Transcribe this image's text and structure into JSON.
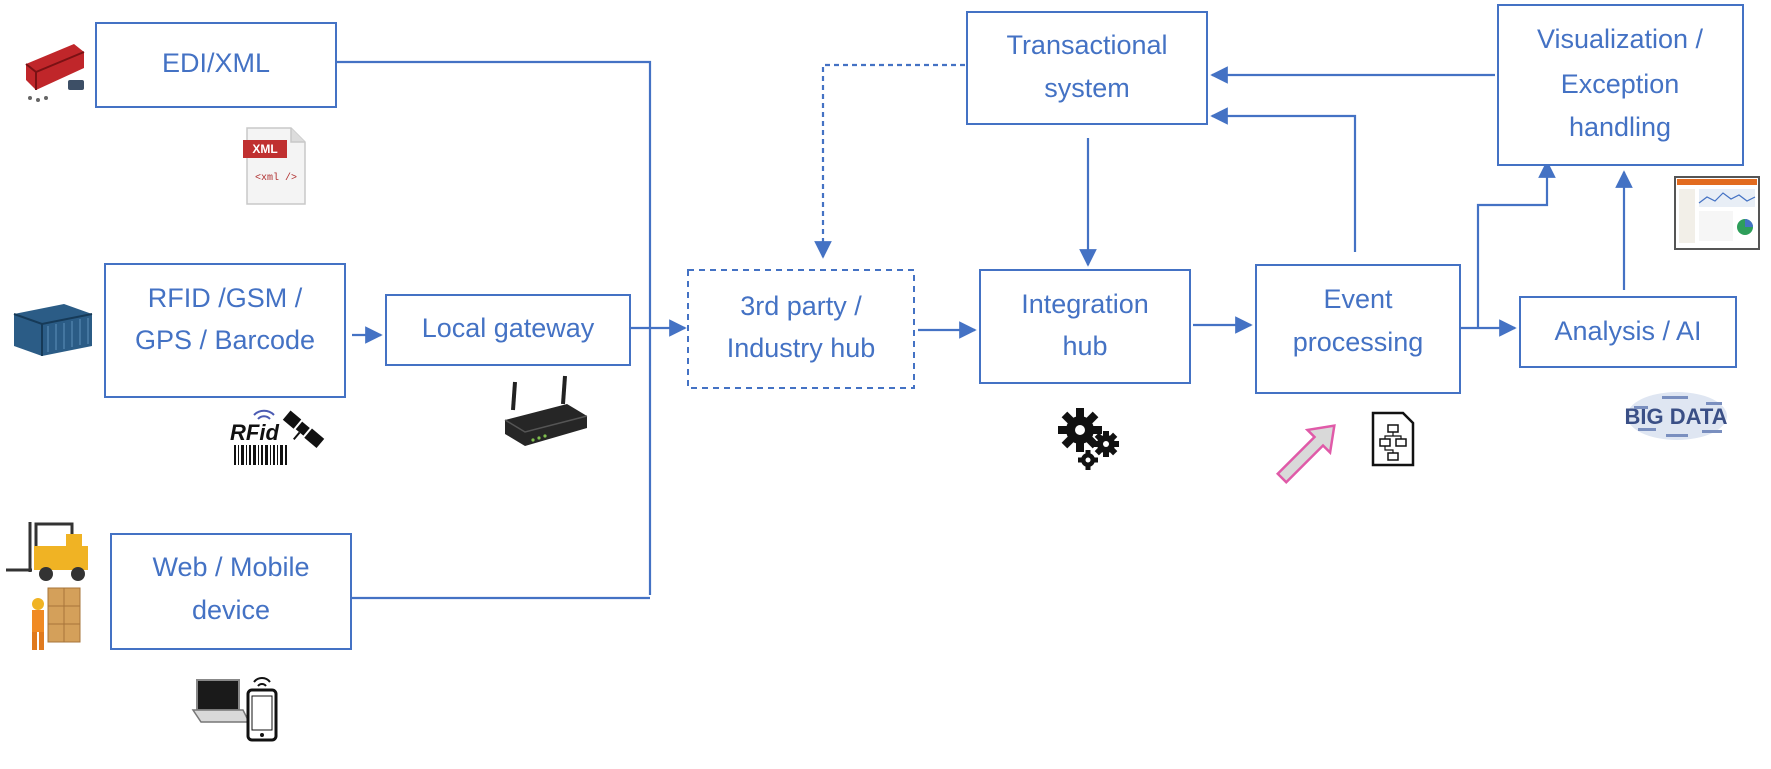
{
  "colors": {
    "accent": "#4472c4",
    "background": "#ffffff",
    "highlight_arrow": "#e05aa8"
  },
  "nodes": {
    "edi_xml": {
      "lines": [
        "EDI/XML"
      ]
    },
    "rfid": {
      "lines": [
        "RFID /GSM /",
        "GPS / Barcode"
      ]
    },
    "web_mobile": {
      "lines": [
        "Web / Mobile",
        "device"
      ]
    },
    "local_gateway": {
      "lines": [
        "Local gateway"
      ]
    },
    "third_party_hub": {
      "lines": [
        "3rd party /",
        "Industry hub"
      ]
    },
    "integration_hub": {
      "lines": [
        "Integration",
        "hub"
      ]
    },
    "event_processing": {
      "lines": [
        "Event",
        "processing"
      ]
    },
    "analysis_ai": {
      "lines": [
        "Analysis / AI"
      ]
    },
    "transactional_system": {
      "lines": [
        "Transactional",
        "system"
      ]
    },
    "visualization": {
      "lines": [
        "Visualization /",
        "Exception",
        "handling"
      ]
    }
  },
  "icons": {
    "xml_file": {
      "name": "xml-file-icon",
      "text": "XML",
      "subtext": "<xml />"
    },
    "rfid_tag": {
      "name": "rfid-barcode-icon",
      "text": "RFid"
    },
    "big_data": {
      "name": "big-data-icon",
      "text": "BIG DATA"
    },
    "others": [
      "server-icon",
      "container-icon",
      "satellite-icon",
      "router-icon",
      "forklift-icon",
      "worker-icon",
      "laptop-icon",
      "phone-icon",
      "gears-icon",
      "trend-arrow-icon",
      "flowchart-doc-icon",
      "dashboard-icon"
    ]
  }
}
